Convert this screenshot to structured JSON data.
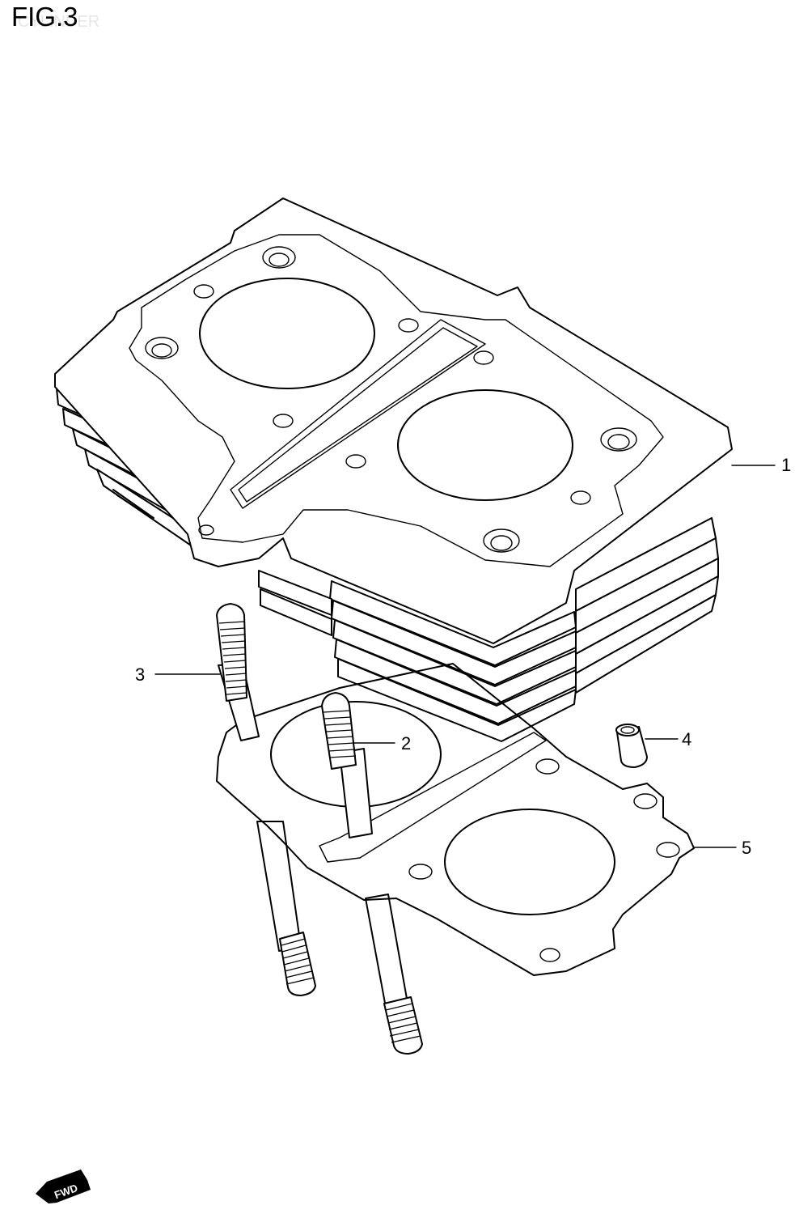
{
  "header": {
    "figure_label": "FIG.3",
    "subtitle": "CYLINDER"
  },
  "callouts": [
    {
      "id": "1",
      "label": "1"
    },
    {
      "id": "2",
      "label": "2"
    },
    {
      "id": "3",
      "label": "3"
    },
    {
      "id": "4",
      "label": "4"
    },
    {
      "id": "5",
      "label": "5"
    }
  ],
  "direction_badge": {
    "label": "FWD"
  }
}
